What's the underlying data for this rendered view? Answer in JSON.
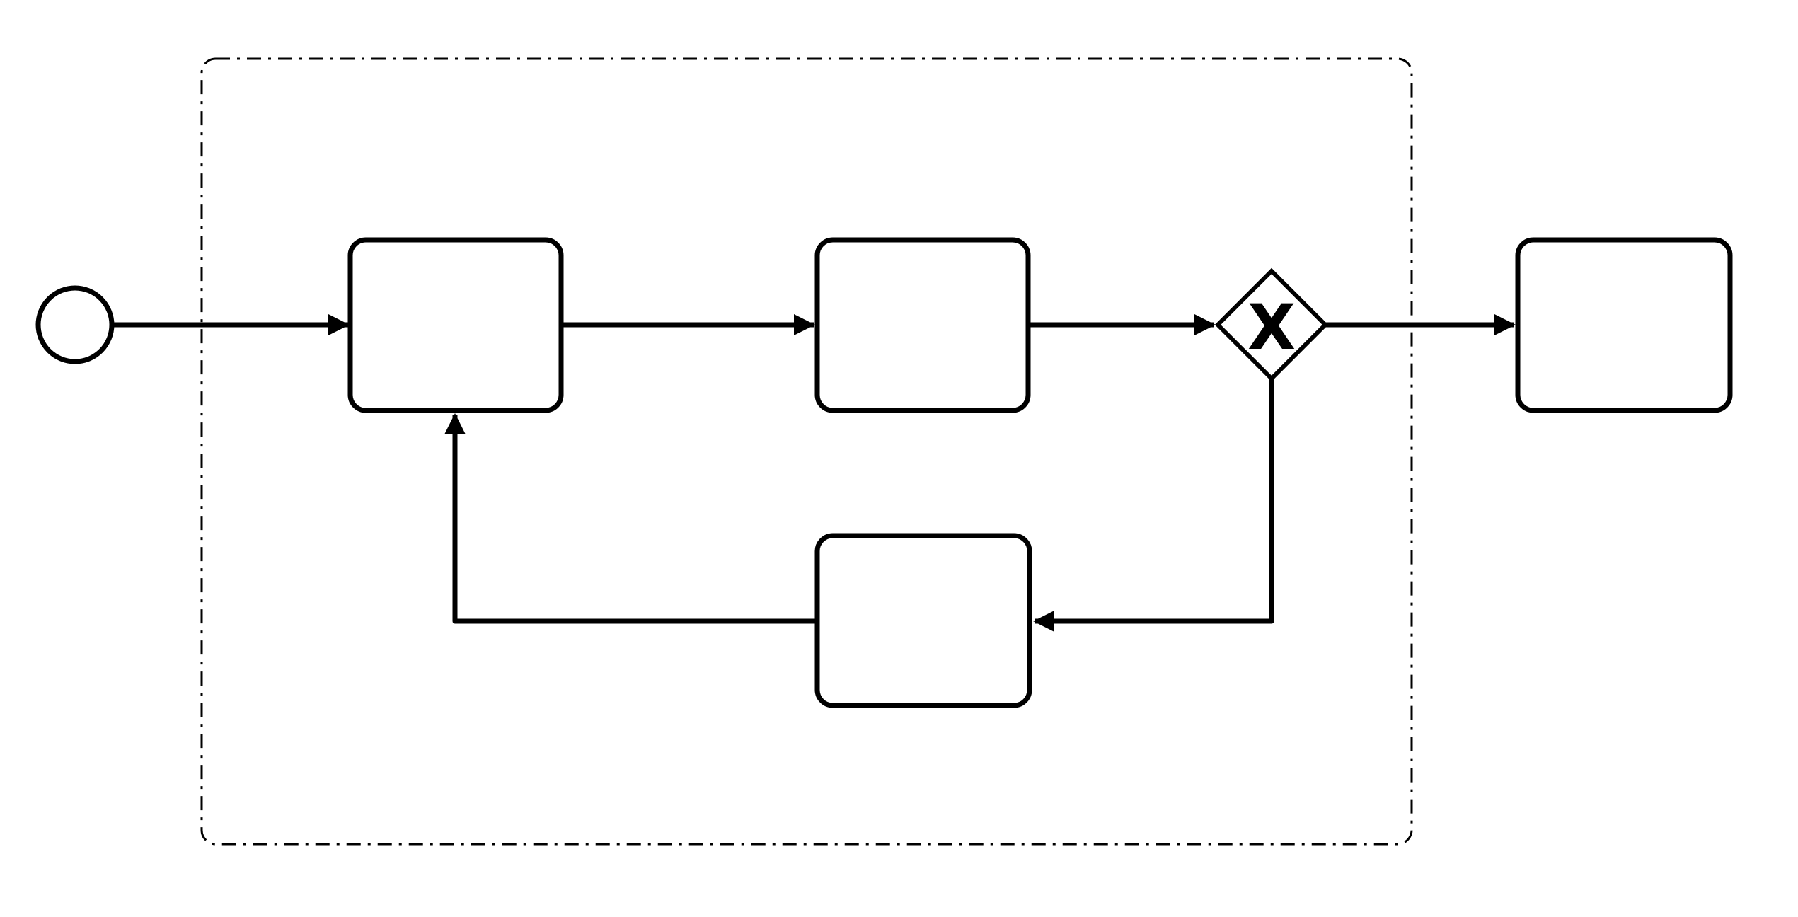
{
  "diagram": {
    "kind": "bpmn-process-diagram",
    "background_color": "#ffffff",
    "line_color": "#000000",
    "shape_fill_color": "#ffffff",
    "gateway_marker": "X",
    "nodes": [
      {
        "id": "start-event",
        "type": "start-event",
        "label": ""
      },
      {
        "id": "task-1",
        "type": "task",
        "label": "",
        "inside_group": true
      },
      {
        "id": "task-2",
        "type": "task",
        "label": "",
        "inside_group": true
      },
      {
        "id": "exclusive-gateway",
        "type": "exclusive-gateway",
        "marker": "X",
        "inside_group": true
      },
      {
        "id": "task-loop",
        "type": "task",
        "label": "",
        "inside_group": true
      },
      {
        "id": "task-outside",
        "type": "task",
        "label": "",
        "inside_group": false
      },
      {
        "id": "group-boundary",
        "type": "group",
        "label": "",
        "border_style": "dash-dot"
      }
    ],
    "edges": [
      {
        "id": "flow-1",
        "from": "start-event",
        "to": "task-1",
        "direction": "right"
      },
      {
        "id": "flow-2",
        "from": "task-1",
        "to": "task-2",
        "direction": "right"
      },
      {
        "id": "flow-3",
        "from": "task-2",
        "to": "exclusive-gateway",
        "direction": "right"
      },
      {
        "id": "flow-4",
        "from": "exclusive-gateway",
        "to": "task-outside",
        "direction": "right"
      },
      {
        "id": "flow-5",
        "from": "exclusive-gateway",
        "to": "task-loop",
        "direction": "down-left"
      },
      {
        "id": "flow-6",
        "from": "task-loop",
        "to": "task-1",
        "direction": "left-up"
      }
    ]
  }
}
